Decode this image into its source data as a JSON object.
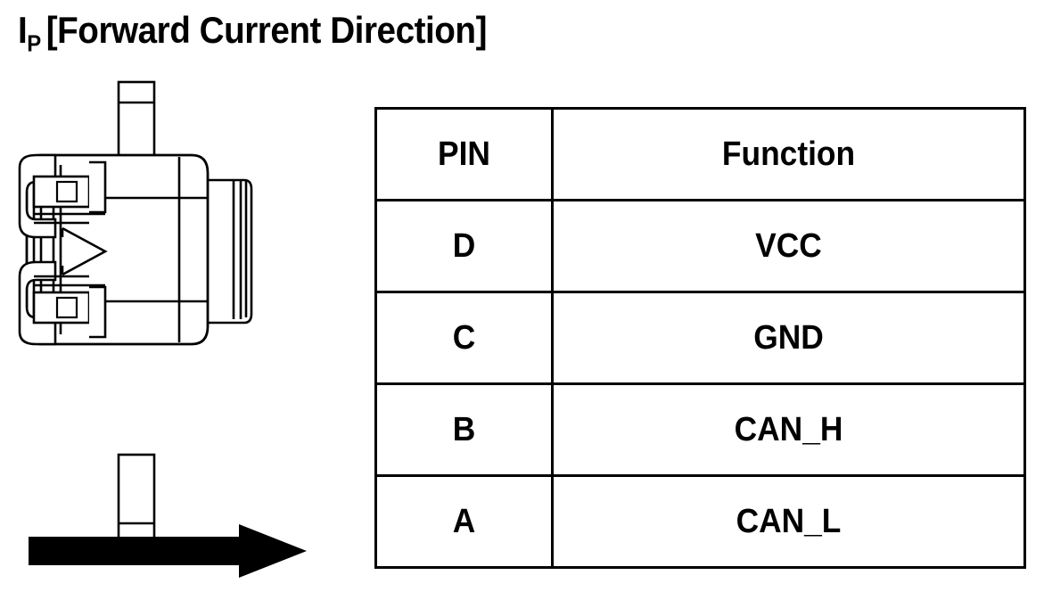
{
  "title": {
    "symbol": "I",
    "subscript": "P",
    "text": "[Forward Current Direction]",
    "full": "IP [Forward Current Direction]"
  },
  "drawing": {
    "name": "connector-side-view",
    "description": "Line-art side view of a CAN bus current sensor connector with mounting tabs, latch clips and ribbed plug",
    "stroke_color": "#000000",
    "fill_color": "#ffffff",
    "marker": "current-direction-triangle"
  },
  "arrow": {
    "name": "forward-current-direction-arrow",
    "direction": "right",
    "color": "#000000"
  },
  "table": {
    "columns": [
      "PIN",
      "Function"
    ],
    "rows": [
      {
        "pin": "D",
        "function": "VCC"
      },
      {
        "pin": "C",
        "function": "GND"
      },
      {
        "pin": "B",
        "function": "CAN_H"
      },
      {
        "pin": "A",
        "function": "CAN_L"
      }
    ],
    "border_color": "#000000"
  }
}
